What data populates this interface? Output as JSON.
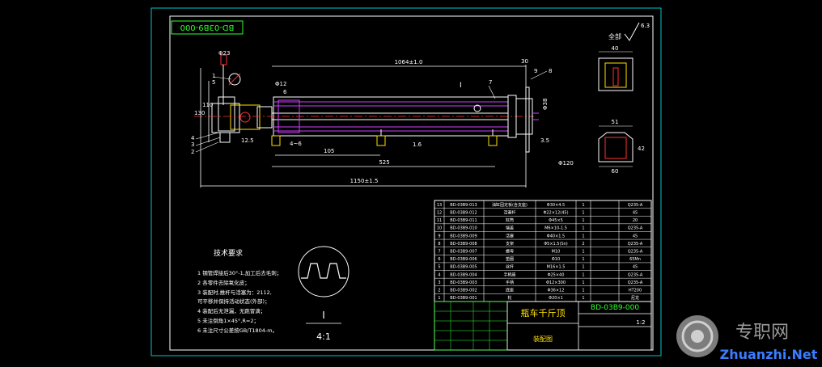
{
  "drawing": {
    "code_stamp": "BD-03B9-000",
    "title": "瓶车千斤顶",
    "code_titleblock": "BD-03B9-000",
    "scale": "1:2",
    "drawing_type": "装配图",
    "surface_mark": "全部",
    "roughness": "6.3"
  },
  "dims": {
    "d23": "Φ23",
    "d1064": "1064±1.0",
    "d30": "30",
    "d130": "130",
    "d110": "110",
    "d4_6": "4~6",
    "d105": "105",
    "d1_6": "1.6",
    "d525": "525",
    "d1150": "1150±1.5",
    "d12_5": "12.5",
    "d120": "Φ120",
    "d12": "Φ12",
    "d38": "Φ38",
    "d3_5": "3.5",
    "side_40": "40",
    "side_51": "51",
    "side_60": "60",
    "side_42": "42",
    "section_mark": "I"
  },
  "callouts": [
    "1",
    "2",
    "3",
    "4",
    "5",
    "6",
    "7",
    "8",
    "9"
  ],
  "notes": {
    "heading": "技术要求",
    "lines": [
      "1 钢管焊接后30°-1,加工后去毛刺；",
      "2 各零件去除氧化皮；",
      "3 装配时,推杆与活塞为：2112,",
      "  可平移并保持活动状态(外部)；",
      "4 装配后无泄漏，无跑冒滴；",
      "5 未注倒角1×45°,R=2；",
      "6 未注尺寸公差按GB/T1804-m。"
    ]
  },
  "detail": {
    "label": "I",
    "scale": "4:1"
  },
  "bom": [
    [
      "13",
      "BD-03B9-013",
      "油缸固定板(含支座)",
      "Φ30×4.5",
      "1",
      "Q235-A"
    ],
    [
      "12",
      "BD-03B9-012",
      "活塞杆",
      "Φ22×12(45)",
      "1",
      "45"
    ],
    [
      "11",
      "BD-03B9-011",
      "缸筒",
      "Φ45×5",
      "1",
      "20"
    ],
    [
      "10",
      "BD-03B9-010",
      "端盖",
      "M6×10-1.5",
      "1",
      "Q235-A"
    ],
    [
      "9",
      "BD-03B9-009",
      "活塞",
      "Φ40×1.5",
      "1",
      "45"
    ],
    [
      "8",
      "BD-03B9-008",
      "支架",
      "Φ5×1.5(Sn)",
      "2",
      "Q235-A"
    ],
    [
      "7",
      "BD-03B9-007",
      "螺母",
      "M10",
      "1",
      "Q235-A"
    ],
    [
      "6",
      "BD-03B9-006",
      "垫圈",
      "Φ10",
      "1",
      "65Mn"
    ],
    [
      "5",
      "BD-03B9-005",
      "丝杆",
      "M16×1.5",
      "1",
      "45"
    ],
    [
      "4",
      "BD-03B9-004",
      "手柄座",
      "Φ25×40",
      "1",
      "Q235-A"
    ],
    [
      "3",
      "BD-03B9-003",
      "手柄",
      "Φ12×300",
      "1",
      "Q235-A"
    ],
    [
      "2",
      "BD-03B9-002",
      "底座",
      "Φ36×12",
      "1",
      "HT200"
    ],
    [
      "1",
      "BD-03B9-001",
      "轮",
      "Φ20×1",
      "1",
      "尼龙"
    ]
  ],
  "watermark": {
    "text": "专职网",
    "url": "Zhuanzhi.Net"
  },
  "colors": {
    "border": "#00c8c8",
    "line": "#ffffff",
    "magenta": "#d040ff",
    "yellow": "#ffe000",
    "green": "#30ff30",
    "red": "#ff3030",
    "cyan": "#00e5ff"
  }
}
